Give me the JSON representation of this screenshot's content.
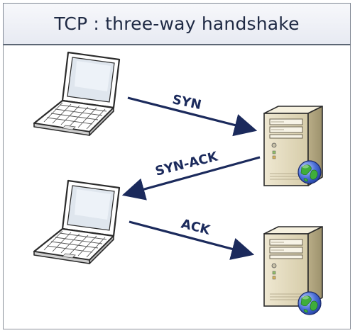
{
  "title": "TCP : three-way handshake",
  "messages": [
    {
      "label": "SYN",
      "from": "client-1",
      "to": "server-1"
    },
    {
      "label": "SYN-ACK",
      "from": "server-1",
      "to": "client-2"
    },
    {
      "label": "ACK",
      "from": "client-2",
      "to": "server-2"
    }
  ],
  "nodes": [
    {
      "id": "client-1",
      "kind": "laptop-icon"
    },
    {
      "id": "server-1",
      "kind": "server-icon"
    },
    {
      "id": "client-2",
      "kind": "laptop-icon"
    },
    {
      "id": "server-2",
      "kind": "server-icon"
    }
  ],
  "colors": {
    "arrow": "#1b2a5c",
    "title_text": "#1f2a44",
    "frame": "#8a9099"
  }
}
